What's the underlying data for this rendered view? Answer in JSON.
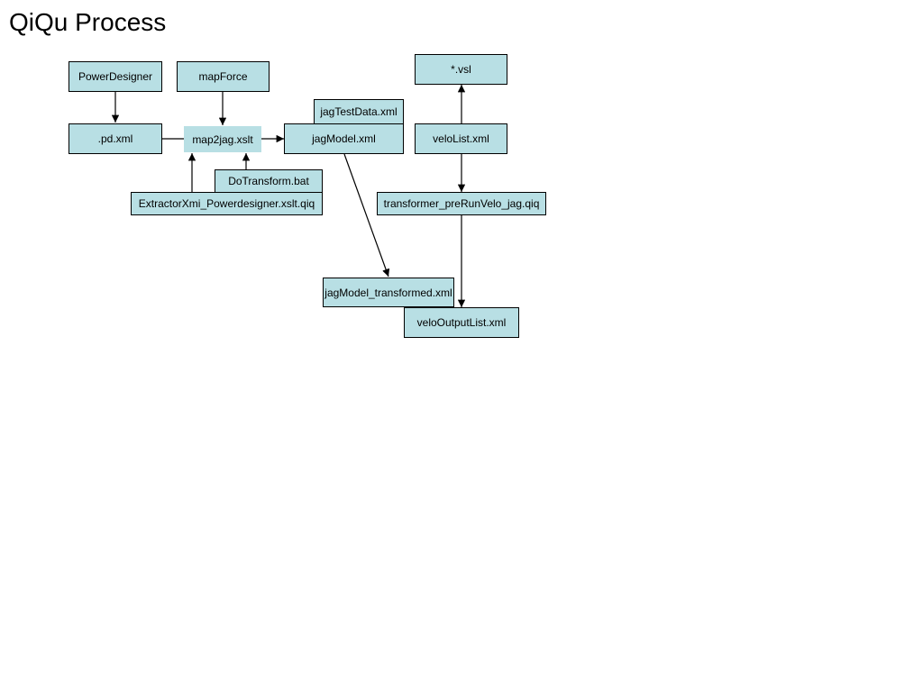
{
  "title": "QiQu Process",
  "colors": {
    "box_fill": "#b8dfe4",
    "line": "#000000"
  },
  "nodes": {
    "powerdesigner": "PowerDesigner",
    "mapforce": "mapForce",
    "pd_xml": ".pd.xml",
    "map2jag": "map2jag.xslt",
    "jagtestdata": "jagTestData.xml",
    "jagmodel": "jagModel.xml",
    "dotransform": "DoTransform.bat",
    "extractor": "ExtractorXmi_Powerdesigner.xslt.qiq",
    "vsl": "*.vsl",
    "velolist": "veloList.xml",
    "transformer": "transformer_preRunVelo_jag.qiq",
    "jagmodel_transformed": "jagModel_transformed.xml",
    "velooutputlist": "veloOutputList.xml"
  }
}
